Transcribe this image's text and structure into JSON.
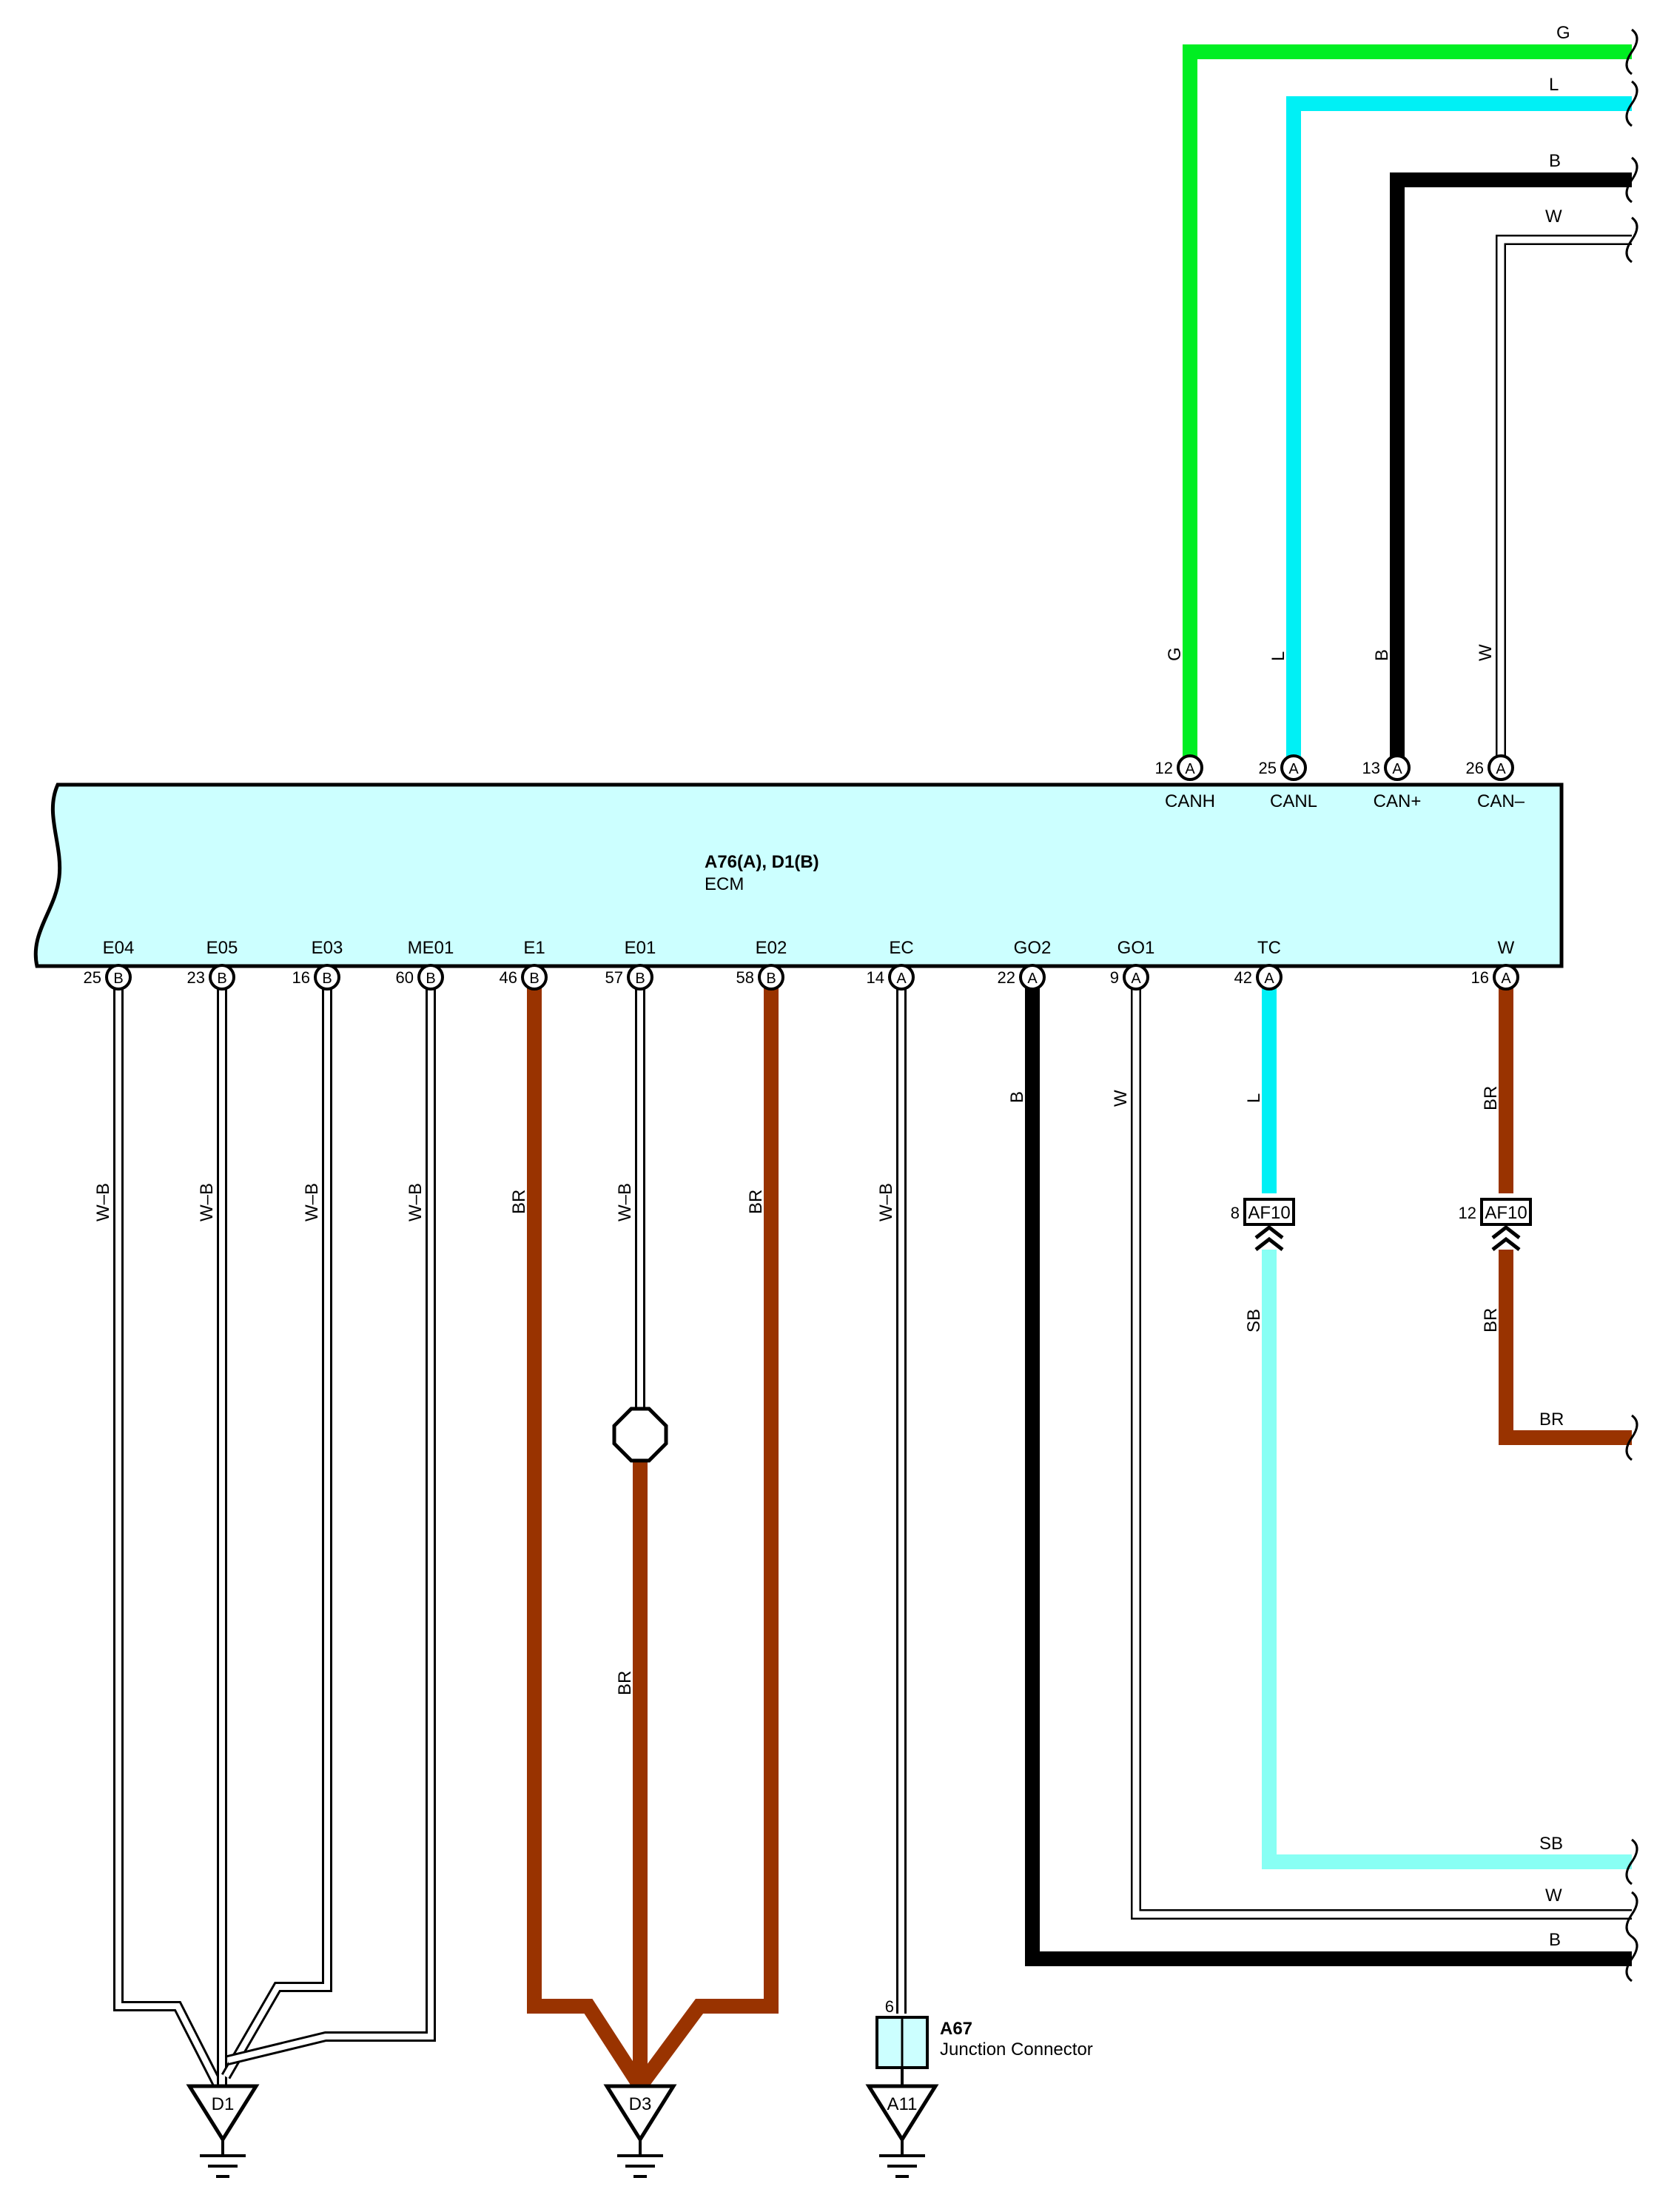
{
  "colors": {
    "G": "#00ee22",
    "L": "#00f0f5",
    "SB": "#88fff4",
    "B": "#000000",
    "BR": "#993300",
    "W": "#ffffff",
    "W-B": "#ffffff",
    "ecm_fill": "#ccffff",
    "connector_fill": "#ccffff"
  },
  "ecm": {
    "id": "A76(A), D1(B)",
    "name": "ECM",
    "top_terminals": [
      {
        "name": "CANH",
        "pin": "12",
        "connector": "A",
        "wire": "G"
      },
      {
        "name": "CANL",
        "pin": "25",
        "connector": "A",
        "wire": "L"
      },
      {
        "name": "CAN+",
        "pin": "13",
        "connector": "A",
        "wire": "B"
      },
      {
        "name": "CAN–",
        "pin": "26",
        "connector": "A",
        "wire": "W"
      }
    ],
    "bottom_terminals": [
      {
        "name": "E04",
        "pin": "25",
        "connector": "B",
        "wire": "W–B"
      },
      {
        "name": "E05",
        "pin": "23",
        "connector": "B",
        "wire": "W–B"
      },
      {
        "name": "E03",
        "pin": "16",
        "connector": "B",
        "wire": "W–B"
      },
      {
        "name": "ME01",
        "pin": "60",
        "connector": "B",
        "wire": "W–B"
      },
      {
        "name": "E1",
        "pin": "46",
        "connector": "B",
        "wire": "BR"
      },
      {
        "name": "E01",
        "pin": "57",
        "connector": "B",
        "wire": "W–B"
      },
      {
        "name": "E02",
        "pin": "58",
        "connector": "B",
        "wire": "BR"
      },
      {
        "name": "EC",
        "pin": "14",
        "connector": "A",
        "wire": "W–B"
      },
      {
        "name": "GO2",
        "pin": "22",
        "connector": "A",
        "wire": "B"
      },
      {
        "name": "GO1",
        "pin": "9",
        "connector": "A",
        "wire": "W"
      },
      {
        "name": "TC",
        "pin": "42",
        "connector": "A",
        "wire": "L"
      },
      {
        "name": "W",
        "pin": "16",
        "connector": "A",
        "wire": "BR"
      }
    ]
  },
  "right_edge_labels": {
    "g": "G",
    "l": "L",
    "b_top": "B",
    "w_top": "W",
    "br": "BR",
    "sb": "SB",
    "w_bottom": "W",
    "b_bottom": "B"
  },
  "splice_wire_below": "BR",
  "inline_connectors": [
    {
      "id": "AF10",
      "pin": "8",
      "wire_after": "SB"
    },
    {
      "id": "AF10",
      "pin": "12",
      "wire_after": "BR"
    }
  ],
  "junction_connector": {
    "id": "A67",
    "name": "Junction Connector",
    "pin": "6"
  },
  "grounds": [
    "D1",
    "D3",
    "A11"
  ]
}
